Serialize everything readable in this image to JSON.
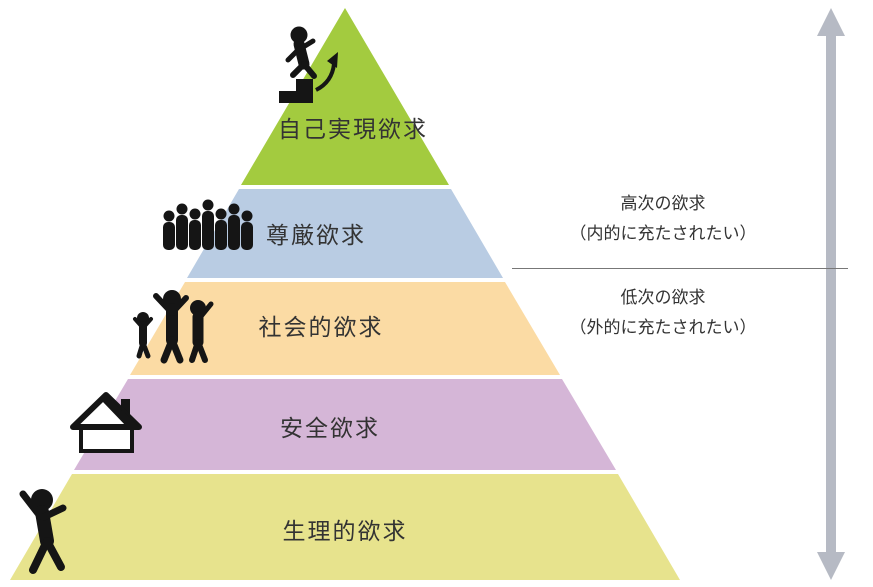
{
  "diagram": {
    "type": "pyramid",
    "subject": "Maslow hierarchy of needs",
    "levels": [
      {
        "rank": 1,
        "label": "自己実現欲求",
        "color": "#a3cb3f",
        "icon": "climbing-person"
      },
      {
        "rank": 2,
        "label": "尊厳欲求",
        "color": "#b9cce3",
        "icon": "group-of-people"
      },
      {
        "rank": 3,
        "label": "社会的欲求",
        "color": "#fbdba4",
        "icon": "family"
      },
      {
        "rank": 4,
        "label": "安全欲求",
        "color": "#d5b6d7",
        "icon": "house"
      },
      {
        "rank": 5,
        "label": "生理的欲求",
        "color": "#e7e38d",
        "icon": "person"
      }
    ],
    "annotations": {
      "higher": {
        "line1": "高次の欲求",
        "line2": "（内的に充たされたい）"
      },
      "lower": {
        "line1": "低次の欲求",
        "line2": "（外的に充たされたい）"
      }
    },
    "arrow": {
      "color": "#b6bac4",
      "direction": "both"
    },
    "icon_color": "#151515"
  }
}
